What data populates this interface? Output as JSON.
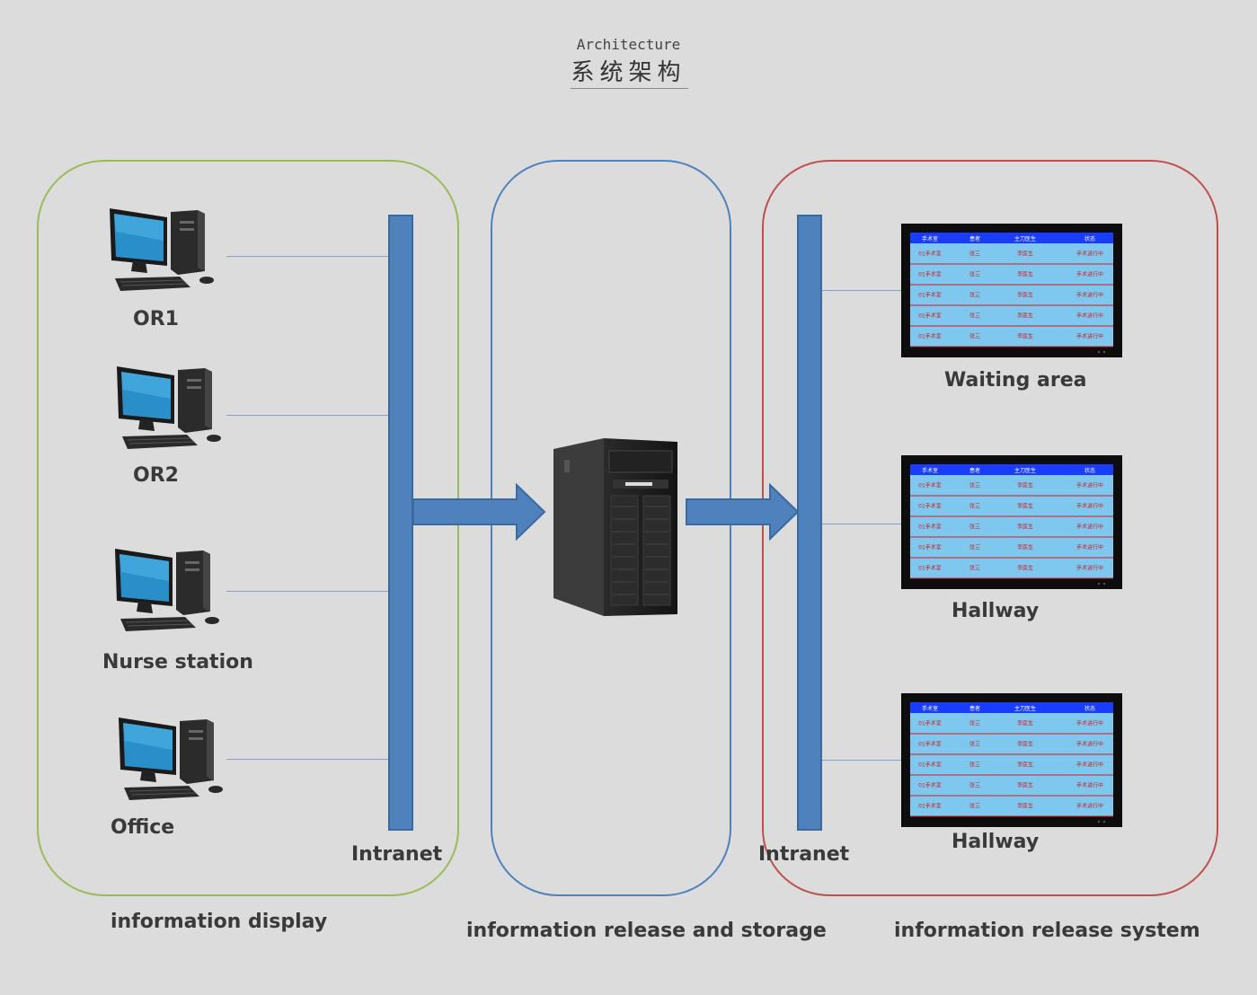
{
  "header": {
    "title_en": "Architecture",
    "title_cn": "系统架构"
  },
  "groups": {
    "display": {
      "caption": "information display",
      "color": "#9bbb59"
    },
    "storage": {
      "caption": "information release and storage",
      "color": "#4f81bd"
    },
    "release": {
      "caption": "information release system",
      "color": "#c0504d"
    }
  },
  "left_bus_label": "Intranet",
  "right_bus_label": "Intranet",
  "computers": [
    {
      "label": "OR1"
    },
    {
      "label": "OR2"
    },
    {
      "label": "Nurse station"
    },
    {
      "label": "Office"
    }
  ],
  "displays": [
    {
      "label": "Waiting area"
    },
    {
      "label": "Hallway"
    },
    {
      "label": "Hallway"
    }
  ],
  "screen_table": {
    "headers": [
      "手术室",
      "患者",
      "主刀医生",
      "状态"
    ],
    "row": [
      "01手术室",
      "张三",
      "李医生",
      "手术进行中"
    ],
    "row_count": 5
  },
  "colors": {
    "bus_fill": "#4f81bd",
    "screen_header": "#1a3cff",
    "screen_body": "#7ec8f0",
    "screen_text": "#d11a1a"
  }
}
